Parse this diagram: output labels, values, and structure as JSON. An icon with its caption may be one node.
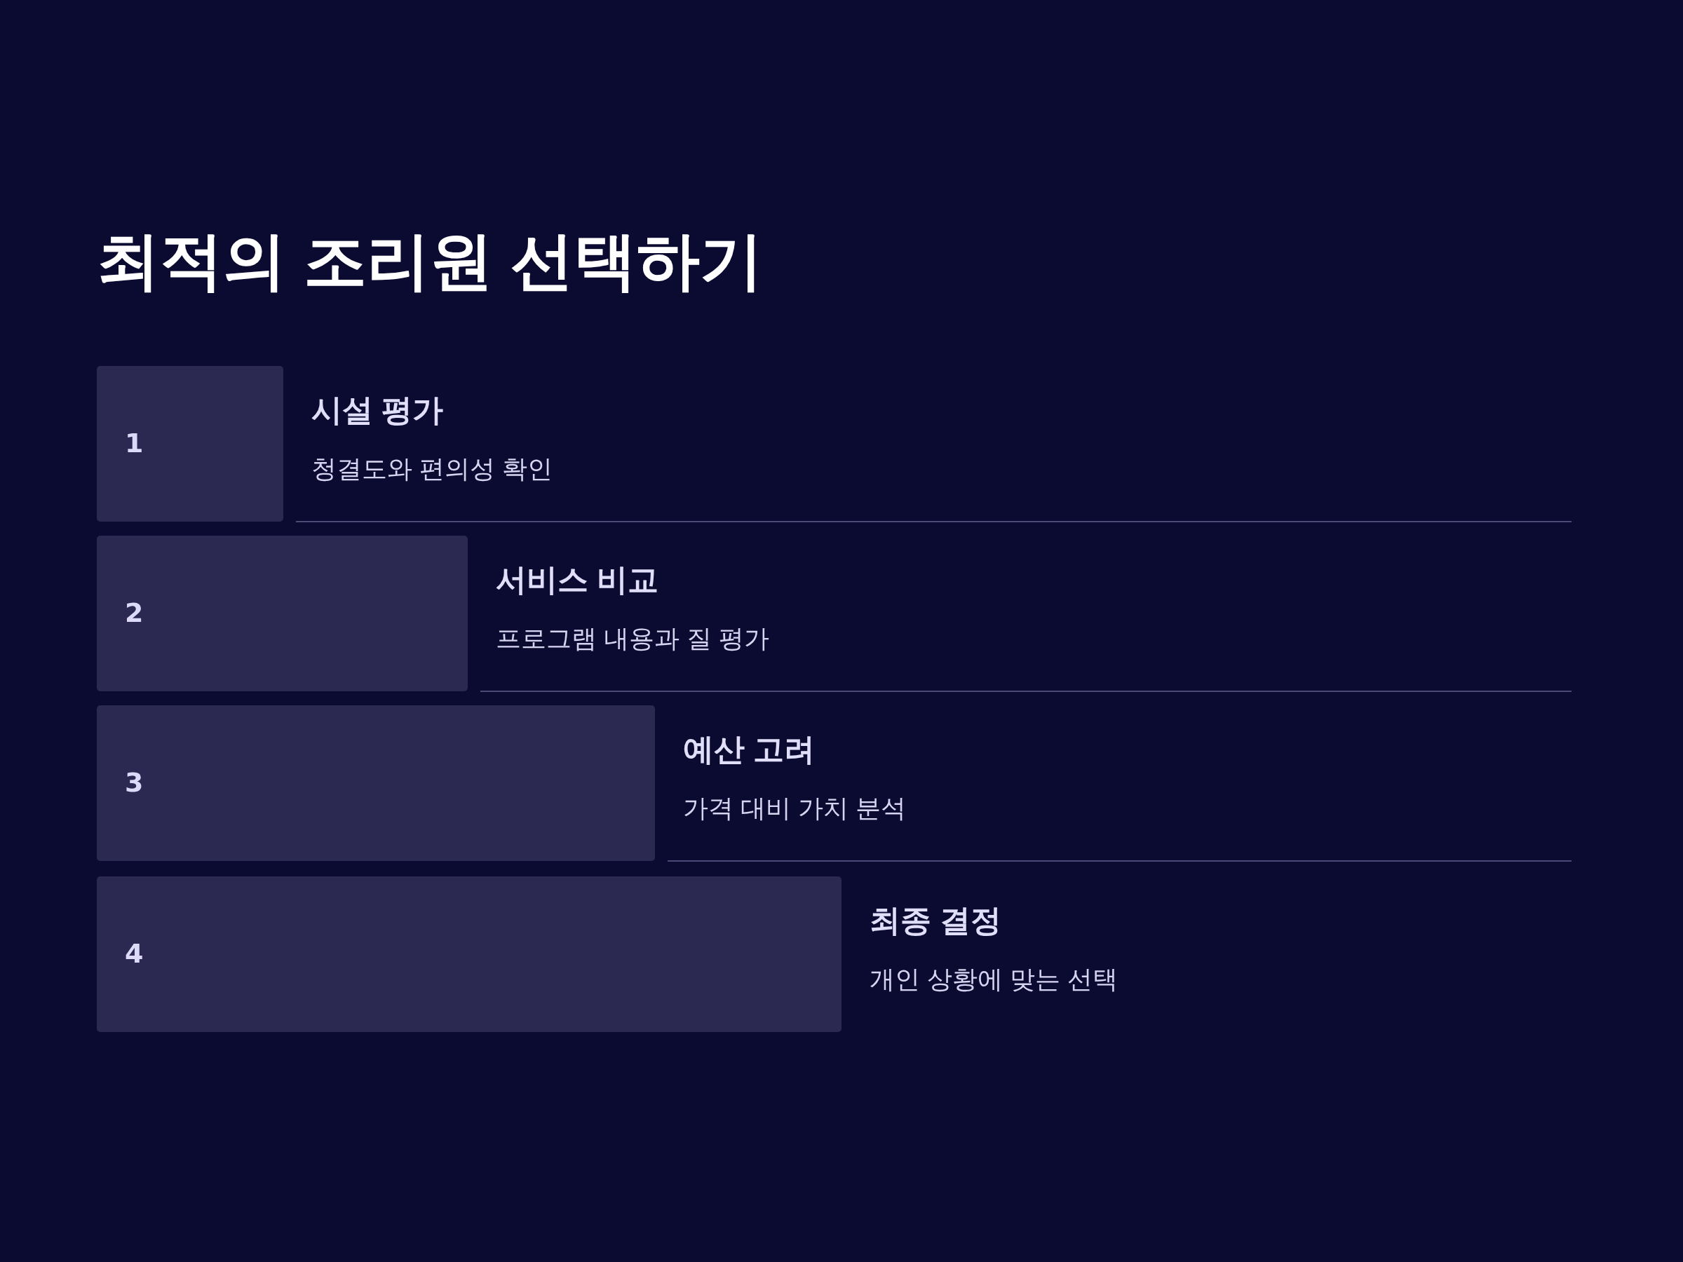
{
  "diagram": {
    "title": "최적의 조리원 선택하기",
    "nodes": [
      {
        "text": [
          "1"
        ],
        "beside": [
          "시설 평가",
          "청결도와 편의성 확인"
        ]
      },
      {
        "text": [
          "2"
        ],
        "beside": [
          "서비스 비교",
          "프로그램 내용과 질 평가"
        ]
      },
      {
        "text": [
          "3"
        ],
        "beside": [
          "예산 고려",
          "가격 대비 가치 분석"
        ]
      },
      {
        "text": [
          "4"
        ],
        "beside": [
          "최종 결정",
          "개인 상황에 맞는 선택"
        ]
      }
    ]
  }
}
